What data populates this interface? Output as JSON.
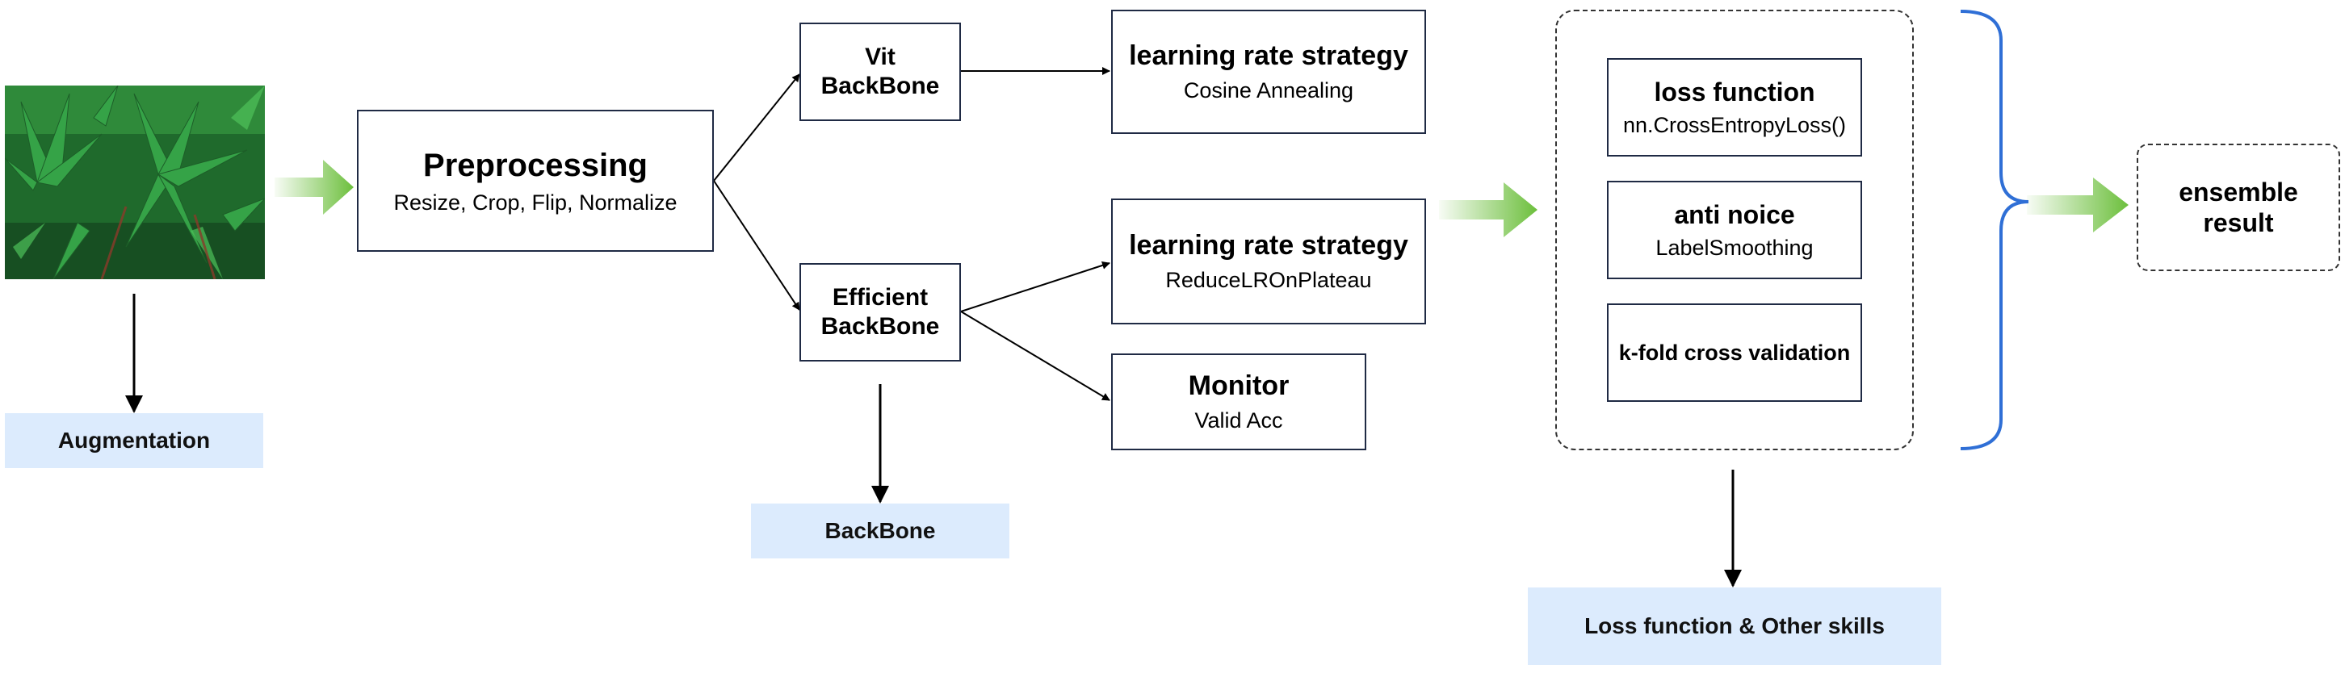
{
  "preprocessing": {
    "title": "Preprocessing",
    "subtitle": "Resize, Crop, Flip, Normalize"
  },
  "augmentation_label": "Augmentation",
  "vit": {
    "line1": "Vit",
    "line2": "BackBone"
  },
  "efficient": {
    "line1": "Efficient",
    "line2": "BackBone"
  },
  "backbone_label": "BackBone",
  "lr_cosine": {
    "title": "learning rate strategy",
    "subtitle": "Cosine Annealing"
  },
  "lr_plateau": {
    "title": "learning rate strategy",
    "subtitle": "ReduceLROnPlateau"
  },
  "monitor": {
    "title": "Monitor",
    "subtitle": "Valid Acc"
  },
  "loss_function": {
    "title": "loss function",
    "subtitle": "nn.CrossEntropyLoss()"
  },
  "anti_noice": {
    "title": "anti noice",
    "subtitle": "LabelSmoothing"
  },
  "kfold": {
    "title": "k-fold cross validation"
  },
  "loss_label": "Loss function & Other skills",
  "ensemble": {
    "line1": "ensemble",
    "line2": "result"
  },
  "colors": {
    "flow_arrow": "#6cbf3c",
    "brace": "#2f6fd6",
    "label_bg": "#dcebfd",
    "box_border": "#1f2a44"
  }
}
